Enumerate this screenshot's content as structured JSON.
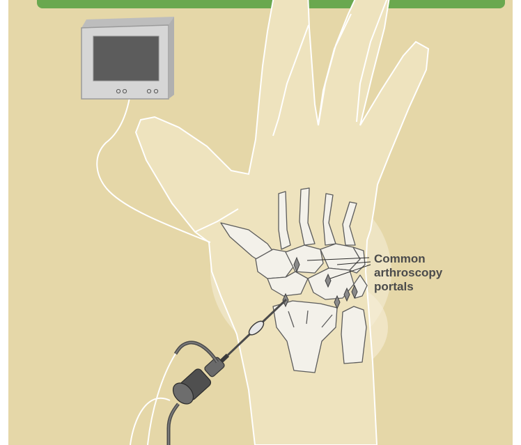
{
  "annotation": {
    "lines": [
      "Common",
      "arthroscopy",
      "portals"
    ]
  },
  "colors": {
    "background": "#e5d7a8",
    "hand": "#eee3be",
    "outline": "#ffffff",
    "bone": "#f3f1ea",
    "bone_stroke": "#5b5b5b",
    "banner": "#6aa84f",
    "monitor_body": "#d3d3d3",
    "monitor_screen": "#5a5a5a",
    "instrument": "#505050",
    "portal_marker": "#8a8a8a"
  },
  "icons": [
    "monitor-icon",
    "arthroscope-icon"
  ]
}
